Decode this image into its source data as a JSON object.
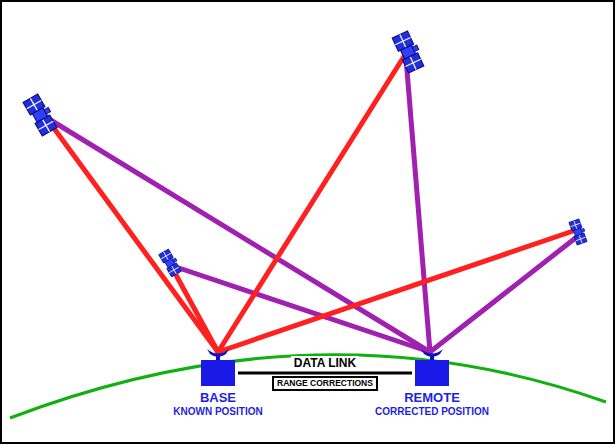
{
  "diagram": {
    "nodes": [
      {
        "text": [
          "BASE",
          "KNOWN POSITION"
        ]
      },
      {
        "text": [
          "REMOTE",
          "CORRECTED POSITION"
        ]
      }
    ],
    "edges": [
      {
        "from": 0,
        "to": 1,
        "arrow": "none",
        "label": "DATA LINK"
      }
    ],
    "labels": [
      "RANGE CORRECTIONS"
    ]
  }
}
